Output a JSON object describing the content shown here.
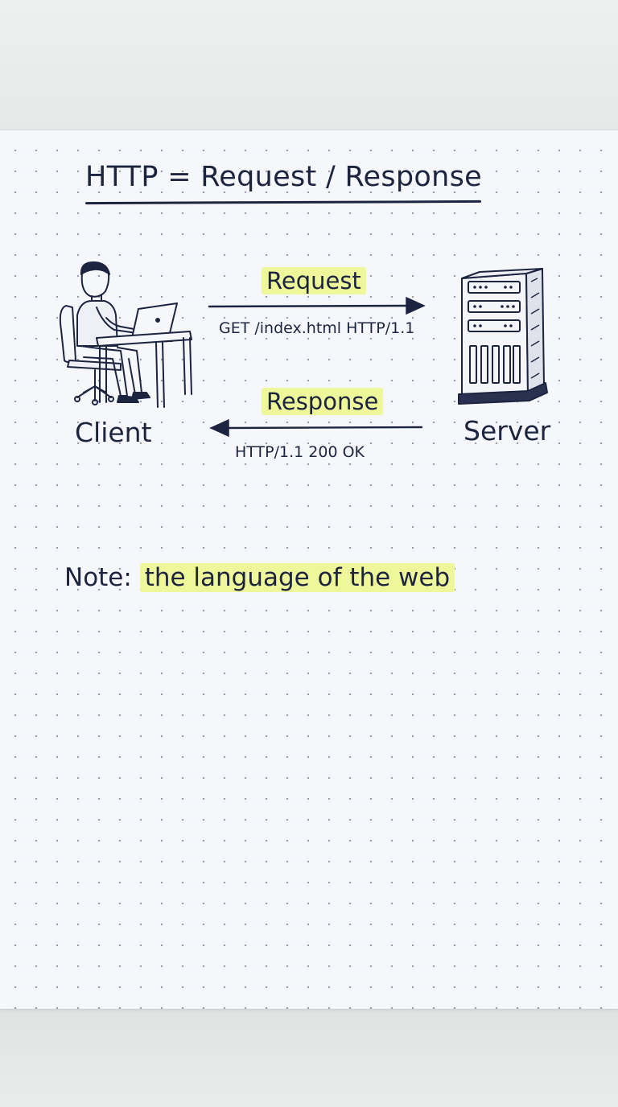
{
  "title": "HTTP = Request / Response",
  "request": {
    "label": "Request",
    "line": "GET /index.html HTTP/1.1"
  },
  "response": {
    "label": "Response",
    "line": "HTTP/1.1  200 OK"
  },
  "client_label": "Client",
  "server_label": "Server",
  "note": {
    "prefix": "Note:",
    "text": "the language of the web"
  },
  "colors": {
    "ink": "#1c2440",
    "highlight": "#eef79a",
    "paper": "#f6f7fb"
  },
  "icons": [
    "person-at-laptop-icon",
    "server-rack-icon",
    "arrow-right-icon",
    "arrow-left-icon"
  ]
}
